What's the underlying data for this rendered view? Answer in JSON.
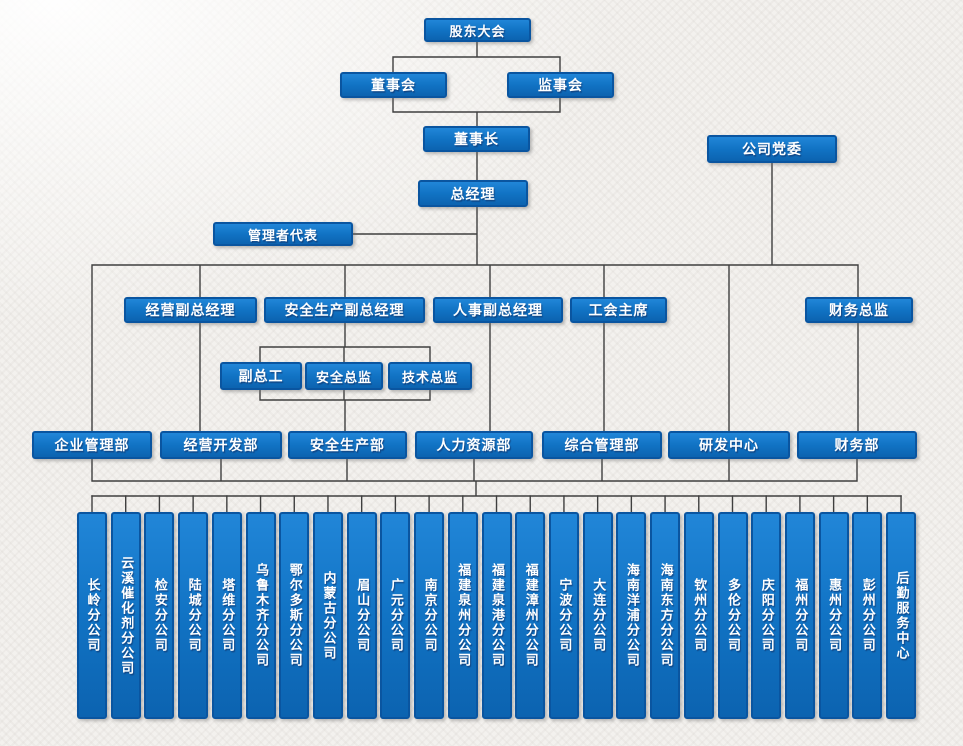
{
  "colors": {
    "node_fill": "#1173c4",
    "node_border": "#0a55a0",
    "node_text": "#ffffff",
    "connector": "#3f3f3f",
    "background": "#f3f1ee"
  },
  "nodes": {
    "shareholders_meeting": {
      "label": "股东大会"
    },
    "board_of_directors": {
      "label": "董事会"
    },
    "supervisory_board": {
      "label": "监事会"
    },
    "chairman": {
      "label": "董事长"
    },
    "party_committee": {
      "label": "公司党委"
    },
    "general_manager": {
      "label": "总经理"
    },
    "management_representative": {
      "label": "管理者代表"
    },
    "vp_operations": {
      "label": "经营副总经理"
    },
    "vp_safety_production": {
      "label": "安全生产副总经理"
    },
    "vp_hr": {
      "label": "人事副总经理"
    },
    "labor_union_chairman": {
      "label": "工会主席"
    },
    "finance_director": {
      "label": "财务总监"
    },
    "deputy_chief_engineer": {
      "label": "副总工"
    },
    "safety_director": {
      "label": "安全总监"
    },
    "technical_director": {
      "label": "技术总监"
    }
  },
  "departments": [
    {
      "label": "企业管理部"
    },
    {
      "label": "经营开发部"
    },
    {
      "label": "安全生产部"
    },
    {
      "label": "人力资源部"
    },
    {
      "label": "综合管理部"
    },
    {
      "label": "研发中心"
    },
    {
      "label": "财务部"
    }
  ],
  "branches": [
    {
      "label": "长岭分公司"
    },
    {
      "label": "云溪催化剂分公司"
    },
    {
      "label": "检安分公司"
    },
    {
      "label": "陆城分公司"
    },
    {
      "label": "塔维分公司"
    },
    {
      "label": "乌鲁木齐分公司"
    },
    {
      "label": "鄂尔多斯分公司"
    },
    {
      "label": "内蒙古分公司"
    },
    {
      "label": "眉山分公司"
    },
    {
      "label": "广元分公司"
    },
    {
      "label": "南京分公司"
    },
    {
      "label": "福建泉州分公司"
    },
    {
      "label": "福建泉港分公司"
    },
    {
      "label": "福建漳州分公司"
    },
    {
      "label": "宁波分公司"
    },
    {
      "label": "大连分公司"
    },
    {
      "label": "海南洋浦分公司"
    },
    {
      "label": "海南东方分公司"
    },
    {
      "label": "钦州分公司"
    },
    {
      "label": "多伦分公司"
    },
    {
      "label": "庆阳分公司"
    },
    {
      "label": "福州分公司"
    },
    {
      "label": "惠州分公司"
    },
    {
      "label": "彭州分公司"
    },
    {
      "label": "后勤服务中心"
    }
  ]
}
